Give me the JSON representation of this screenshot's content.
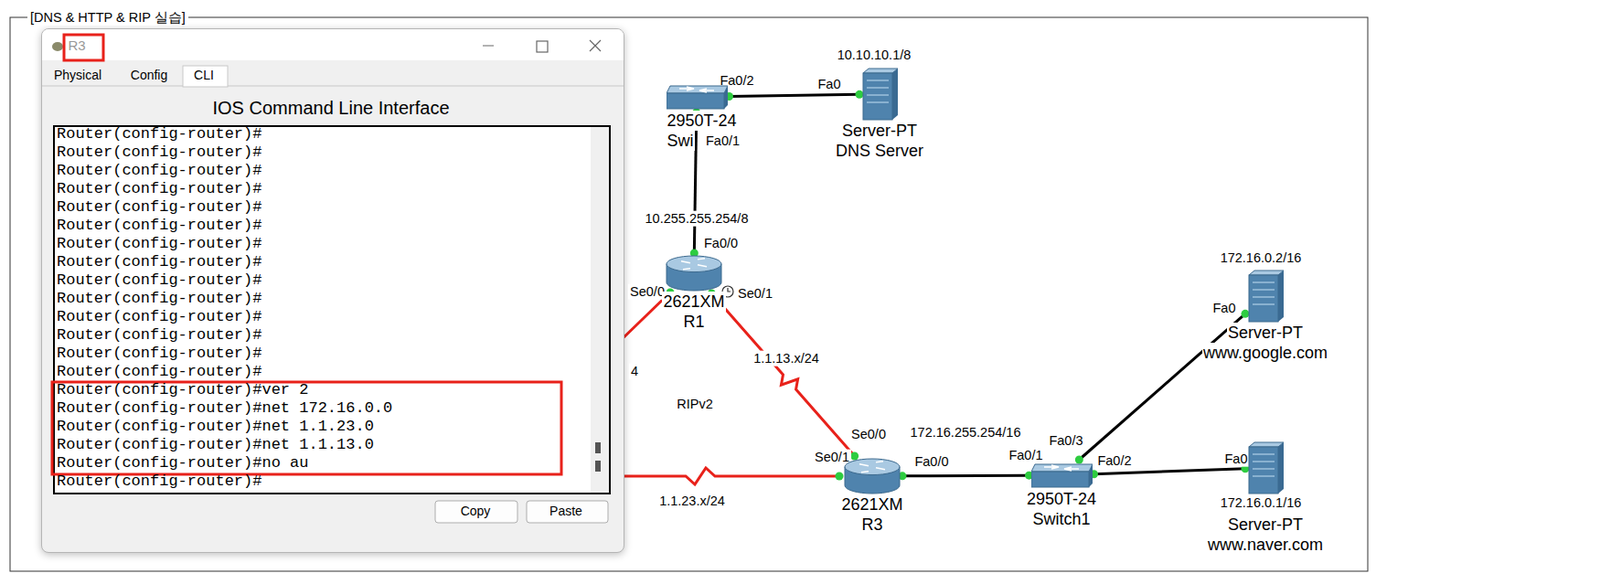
{
  "diagram": {
    "title": "[DNS & HTTP & RIP 실습]",
    "nodes": [
      {
        "text": [
          "2950T-24",
          "Swi"
        ]
      },
      {
        "text": [
          "Server-PT",
          "DNS Server"
        ]
      },
      {
        "text": [
          "2621XM",
          "R1"
        ]
      },
      {
        "text": [
          "2621XM",
          "R3"
        ]
      },
      {
        "text": [
          "2950T-24",
          "Switch1"
        ]
      },
      {
        "text": [
          "Server-PT",
          "www.google.com"
        ]
      },
      {
        "text": [
          "Server-PT",
          "www.naver.com"
        ]
      }
    ],
    "edges": [
      {
        "from": 0,
        "to": 1,
        "arrow": "none"
      },
      {
        "from": 0,
        "to": 2,
        "arrow": "none"
      },
      {
        "from": 2,
        "to": 3,
        "arrow": "none",
        "label": "1.1.13.x/24"
      },
      {
        "from": 3,
        "to": 4,
        "arrow": "none"
      },
      {
        "from": 4,
        "to": 5,
        "arrow": "none"
      },
      {
        "from": 4,
        "to": 6,
        "arrow": "none"
      }
    ],
    "labels": [
      "R3",
      "Physical",
      "Config",
      "CLI",
      "IOS Command Line Interface",
      "Router(config-router)#",
      "Router(config-router)#",
      "Router(config-router)#",
      "Router(config-router)#",
      "Router(config-router)#",
      "Router(config-router)#",
      "Router(config-router)#",
      "Router(config-router)#",
      "Router(config-router)#",
      "Router(config-router)#",
      "Router(config-router)#",
      "Router(config-router)#",
      "Router(config-router)#",
      "Router(config-router)#",
      "Router(config-router)#ver 2",
      "Router(config-router)#net 172.16.0.0",
      "Router(config-router)#net 1.1.23.0",
      "Router(config-router)#net 1.1.13.0",
      "Router(config-router)#no au",
      "Router(config-router)#",
      "Copy",
      "Paste",
      "Fa0/2",
      "Fa0",
      "Fa0/1",
      "10.10.10.1/8",
      "10.255.255.254/8",
      "Fa0/0",
      "Se0/0",
      "Se0/1",
      "4",
      "RIPv2",
      "Se0/0",
      "172.16.255.254/16",
      "Se0/1",
      "Fa0/0",
      "1.1.23.x/24",
      "Fa0/3",
      "Fa0/1",
      "Fa0/2",
      "172.16.0.2/16",
      "Fa0",
      "Fa0",
      "172.16.0.1/16"
    ]
  }
}
